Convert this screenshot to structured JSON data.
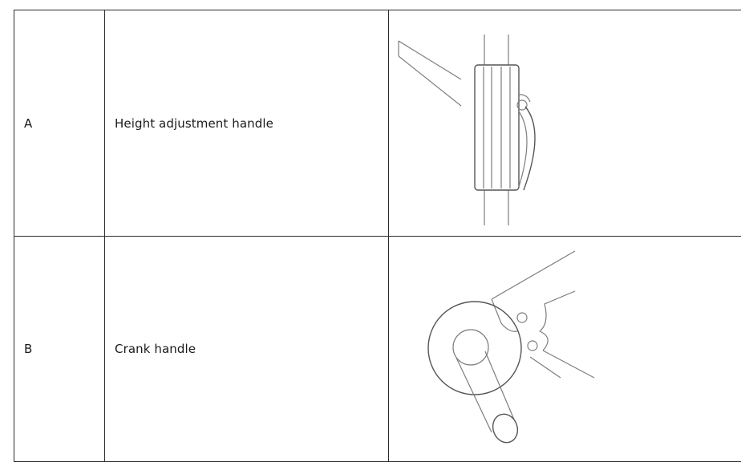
{
  "table": {
    "rows": [
      {
        "key": "A",
        "name": "Height adjustment handle",
        "figure_icon": "height-adjustment-handle-icon"
      },
      {
        "key": "B",
        "name": "Crank handle",
        "figure_icon": "crank-handle-icon"
      }
    ]
  },
  "colors": {
    "border": "#2b2b2b",
    "drawing": "#7d7d7d",
    "text": "#1a1a1a"
  }
}
